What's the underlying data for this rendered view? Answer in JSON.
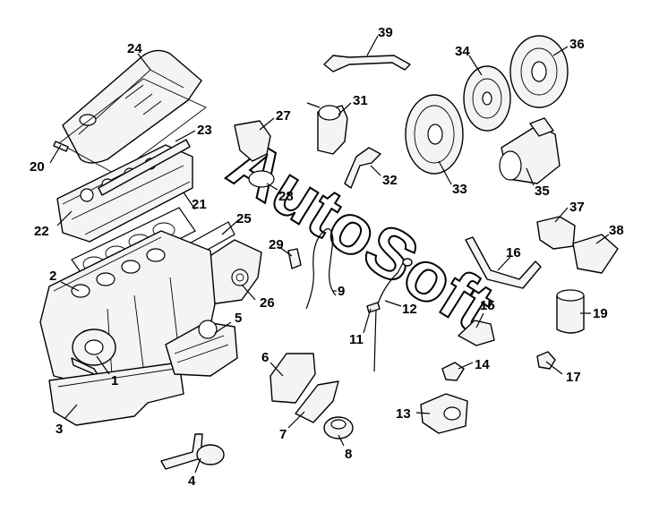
{
  "watermark": "AutoSoft",
  "callouts": [
    "1",
    "2",
    "3",
    "4",
    "5",
    "6",
    "7",
    "8",
    "9",
    "11",
    "12",
    "13",
    "14",
    "15",
    "16",
    "17",
    "19",
    "20",
    "21",
    "22",
    "23",
    "24",
    "25",
    "26",
    "27",
    "28",
    "29",
    "31",
    "32",
    "33",
    "34",
    "35",
    "36",
    "37",
    "38",
    "39"
  ]
}
